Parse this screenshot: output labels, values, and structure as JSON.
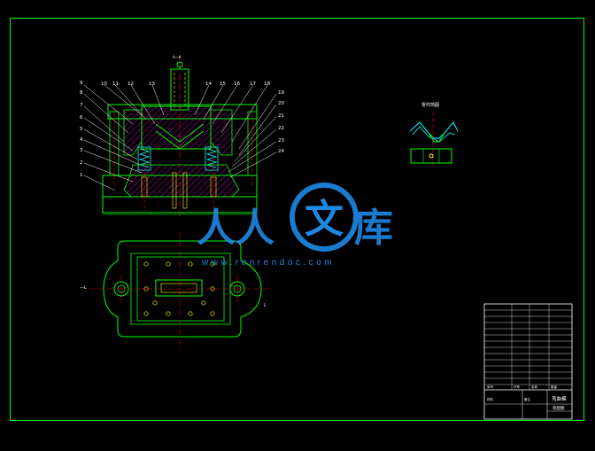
{
  "drawing": {
    "colors": {
      "background": "#000000",
      "frame": "#00ff00",
      "outline": "#00ff00",
      "centerline": "#ff0000",
      "hatch": "#ff00ff",
      "hidden": "#ffff00",
      "spring": "#00ffff",
      "leader": "#ffffff",
      "watermark": "#1e88e5"
    },
    "view_tag": "A—A",
    "blank_label": "零件简图",
    "section_marks": {
      "left": "—L",
      "right": "L"
    },
    "part_numbers_left": [
      "9",
      "8",
      "7",
      "6",
      "5",
      "4",
      "3",
      "2",
      "1"
    ],
    "part_numbers_top": [
      "10",
      "11",
      "12",
      "13",
      "14",
      "15",
      "16",
      "17",
      "18"
    ],
    "part_numbers_right": [
      "19",
      "20",
      "21",
      "22",
      "23",
      "24"
    ]
  },
  "watermark": {
    "brand_left": "人人",
    "brand_circle": "文",
    "brand_right": "库",
    "url": "www.renrendoc.com"
  },
  "title_block": {
    "title": "弯曲模",
    "subtitle": "装配图",
    "row_marks": [
      "序号",
      "代号",
      "名称",
      "数量",
      "材料",
      "备注"
    ]
  }
}
